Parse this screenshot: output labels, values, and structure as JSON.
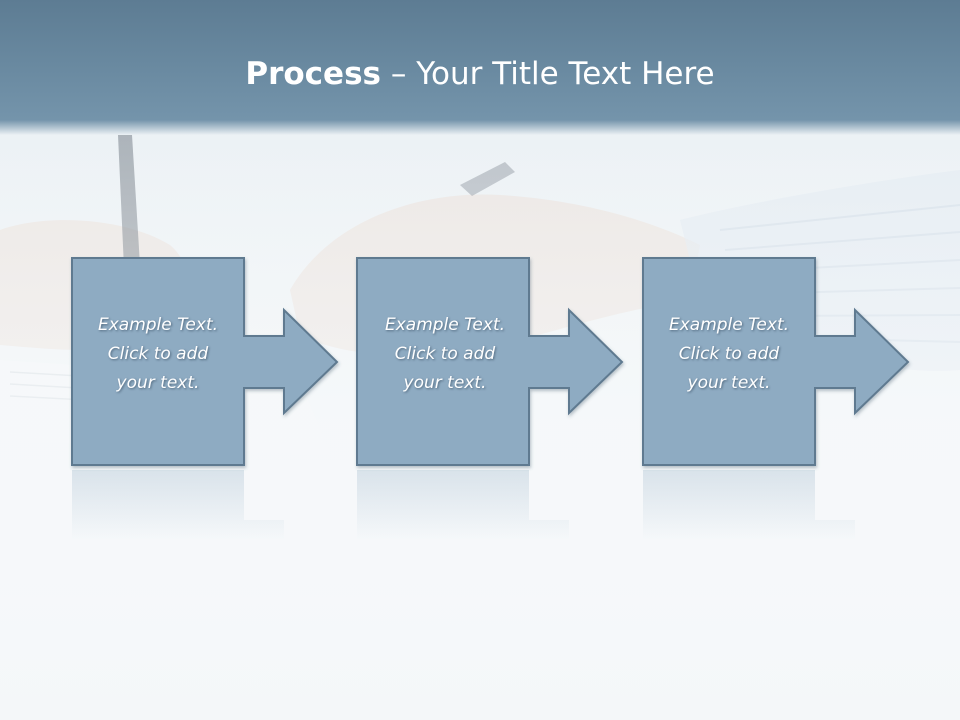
{
  "title": {
    "bold": "Process",
    "rest": " – Your Title Text Here"
  },
  "steps": [
    {
      "lines": [
        "Example Text.",
        "Click  to add",
        "your text."
      ]
    },
    {
      "lines": [
        "Example Text.",
        "Click  to add",
        "your text."
      ]
    },
    {
      "lines": [
        "Example Text.",
        "Click  to add",
        "your text."
      ]
    }
  ],
  "colors": {
    "title_band": "#6a8aa1",
    "shape_fill": "#8eabc2",
    "shape_stroke": "#5f7a90",
    "text": "#ffffff"
  }
}
